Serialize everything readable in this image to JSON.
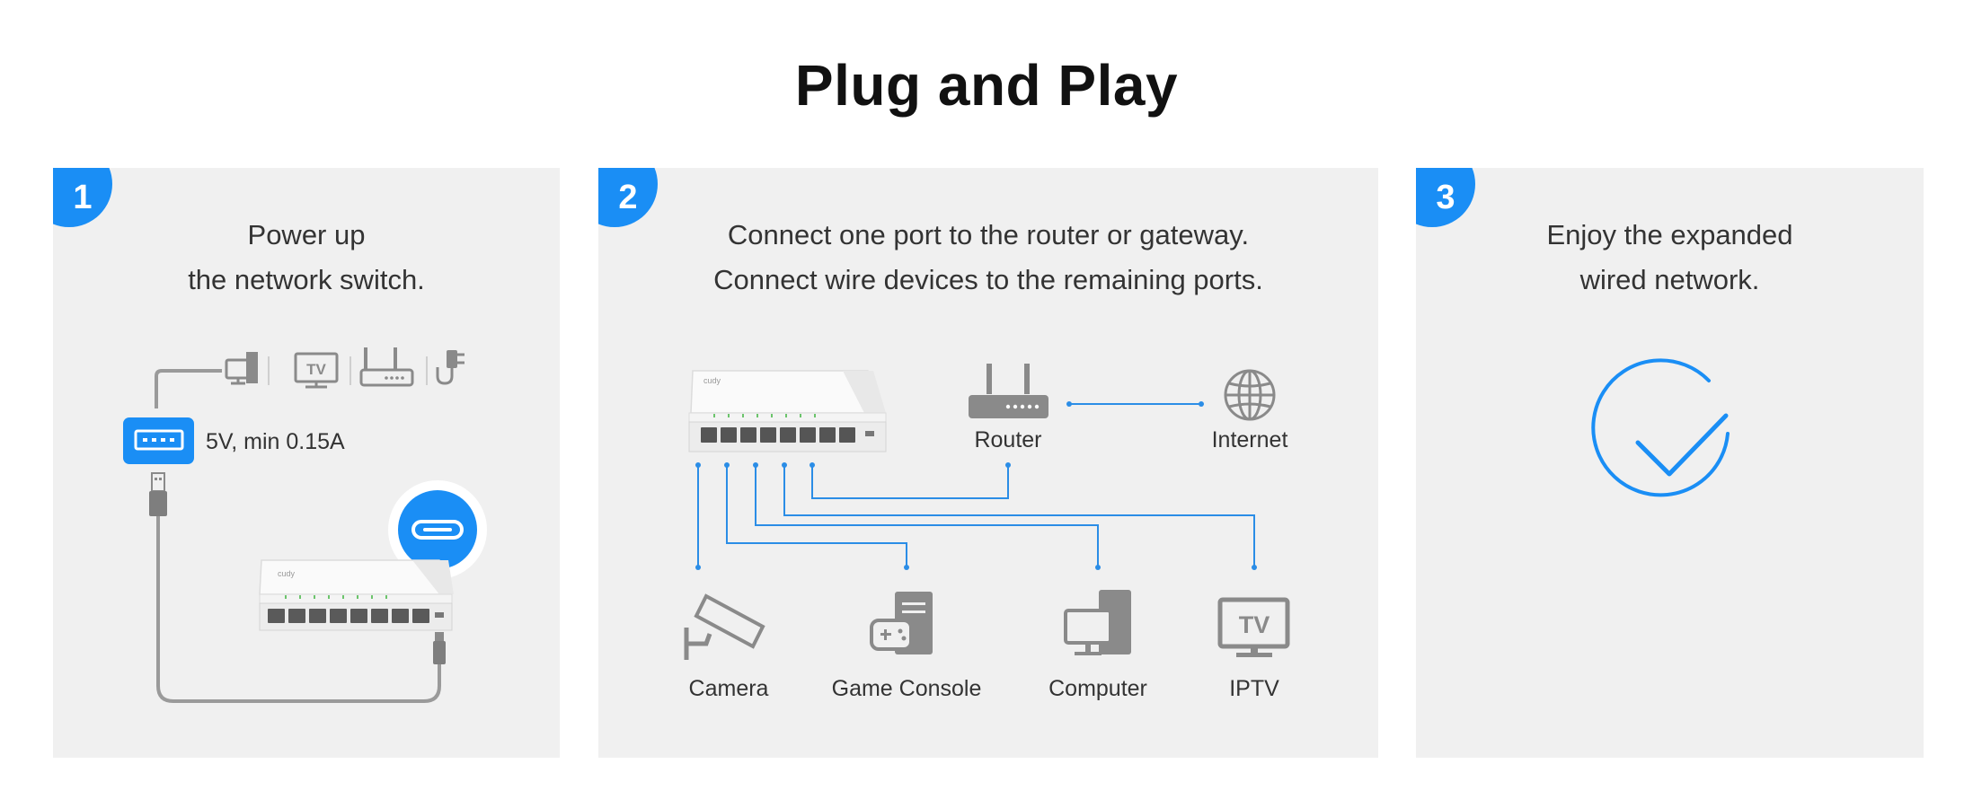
{
  "title": "Plug and Play",
  "step1": {
    "number": "1",
    "line1": "Power up",
    "line2": "the network switch.",
    "power_spec": "5V, min 0.15A",
    "source_icons": [
      "computer-icon",
      "tv-icon",
      "router-icon",
      "power-adapter-icon"
    ]
  },
  "step2": {
    "number": "2",
    "line1": "Connect one port to the router or gateway.",
    "line2": "Connect wire devices to the remaining ports.",
    "router": "Router",
    "internet": "Internet",
    "devices": [
      "Camera",
      "Game Console",
      "Computer",
      "IPTV"
    ],
    "tv_text": "TV"
  },
  "step3": {
    "number": "3",
    "line1": "Enjoy the expanded",
    "line2": "wired network."
  },
  "colors": {
    "accent": "#1a8ef5",
    "panel": "#f0f0f0",
    "line": "#2b8de6",
    "icon": "#8a8a8a"
  }
}
